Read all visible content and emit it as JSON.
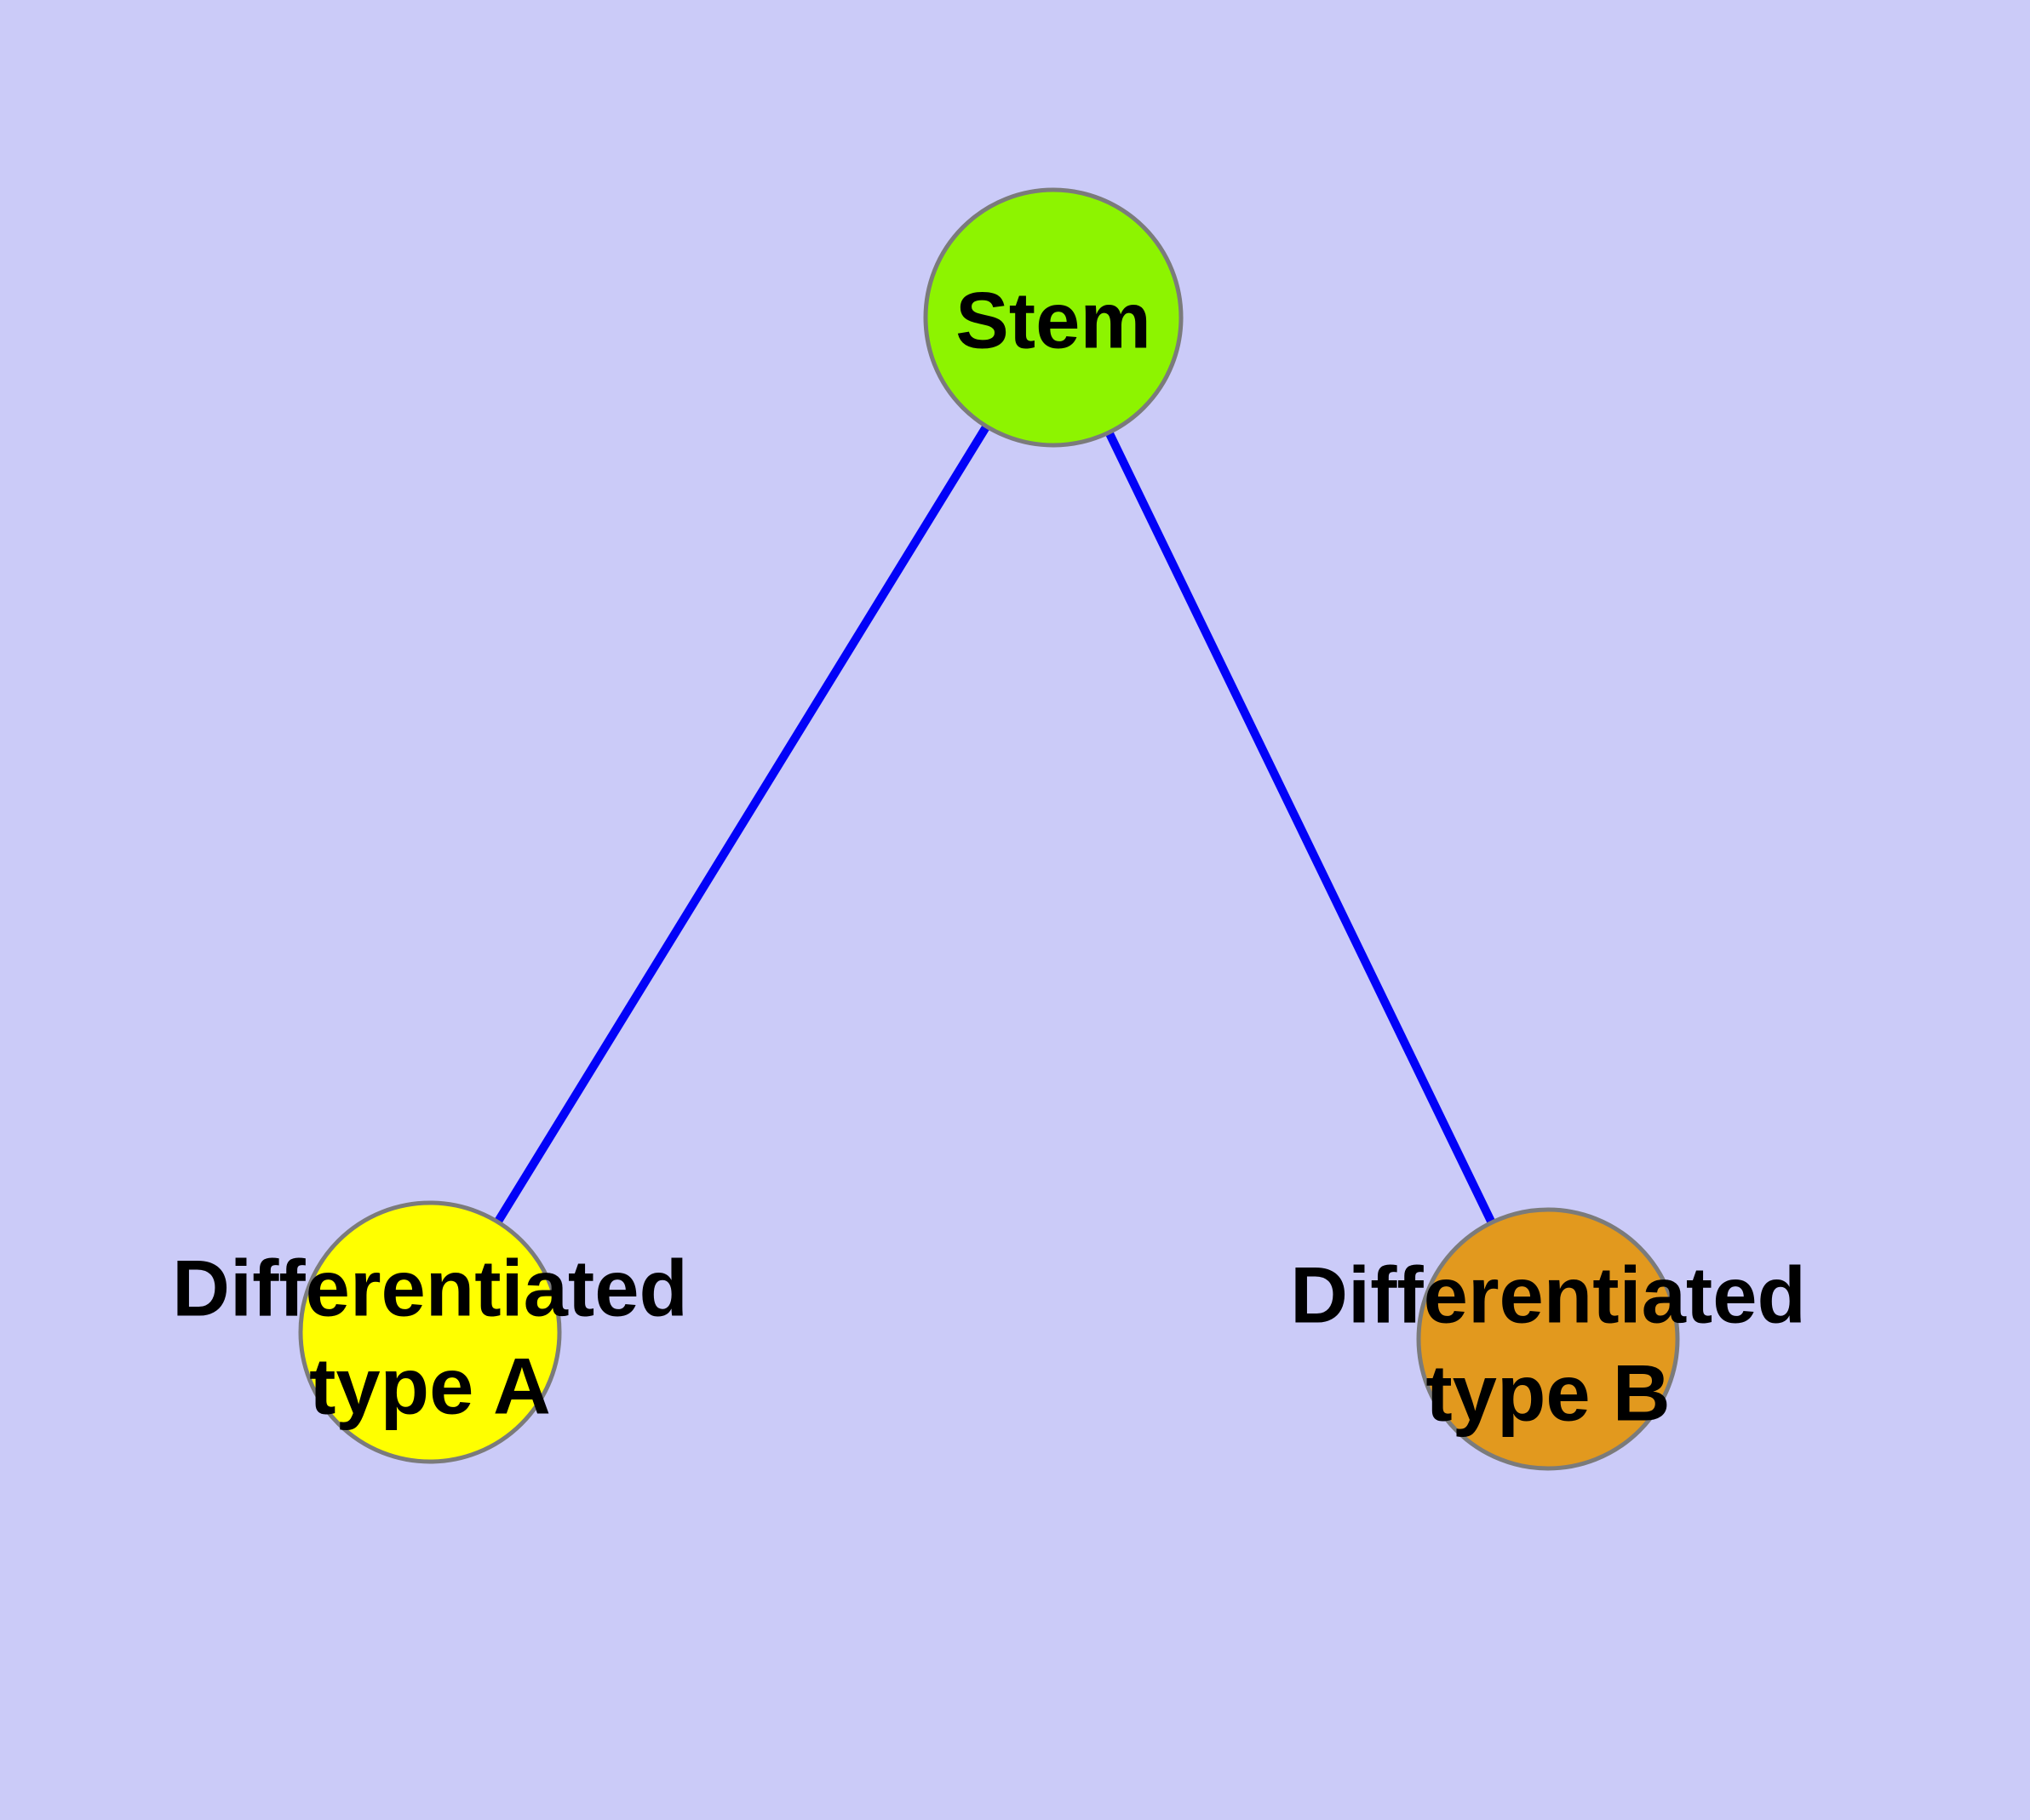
{
  "diagram": {
    "background_color": "#cbcbf8",
    "edge_color": "#0202f8",
    "node_border_color": "#7b7b7b",
    "label_color": "#000000",
    "nodes": {
      "stem": {
        "label": "Stem",
        "fill": "#8df400"
      },
      "type_a": {
        "label_line1": "Differentiated",
        "label_line2": "type A",
        "fill": "#ffff00"
      },
      "type_b": {
        "label_line1": "Differentiated",
        "label_line2": "type B",
        "fill": "#e2991e"
      }
    },
    "edges": [
      {
        "from": "Stem",
        "to": "Differentiated type A"
      },
      {
        "from": "Stem",
        "to": "Differentiated type B"
      }
    ]
  }
}
